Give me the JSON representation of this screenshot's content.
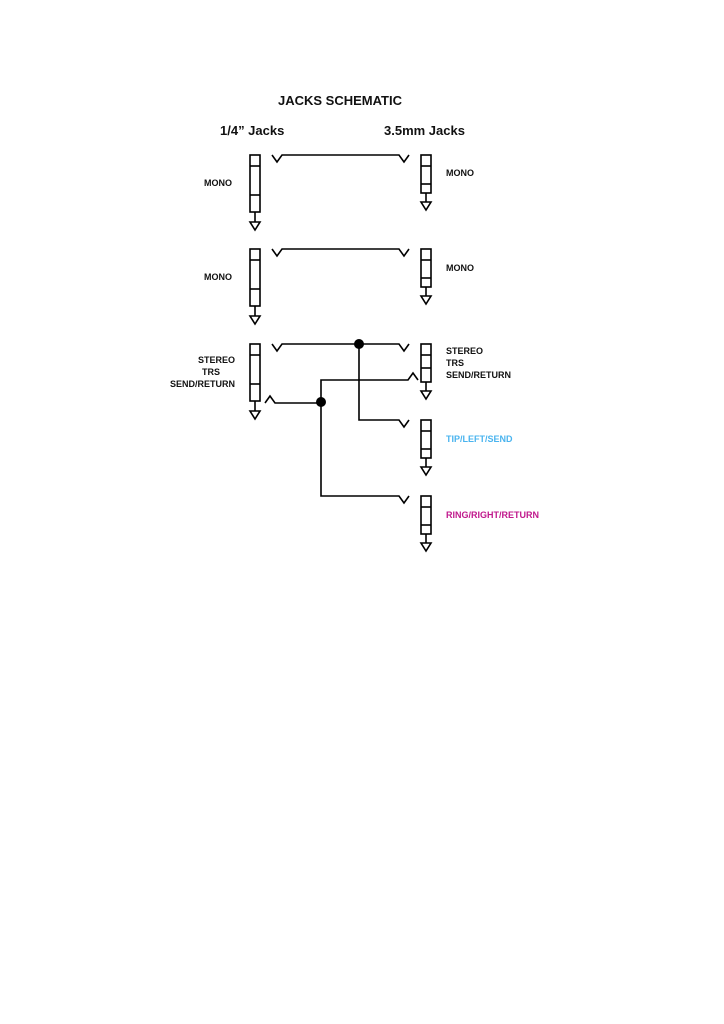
{
  "title": "JACKS SCHEMATIC",
  "columns": {
    "left": "1/4” Jacks",
    "right": "3.5mm Jacks"
  },
  "left_labels": {
    "mono_1": "MONO",
    "mono_2": "MONO",
    "stereo_line1": "STEREO",
    "stereo_line2": "TRS",
    "stereo_line3": "SEND/RETURN"
  },
  "right_labels": {
    "mono_1": "MONO",
    "mono_2": "MONO",
    "stereo_line1": "STEREO",
    "stereo_line2": "TRS",
    "stereo_line3": "SEND/RETURN",
    "tip": "TIP/LEFT/SEND",
    "ring": "RING/RIGHT/RETURN"
  },
  "colors": {
    "line": "#000000",
    "tip": "#4ab4ef",
    "ring": "#c0188c"
  }
}
